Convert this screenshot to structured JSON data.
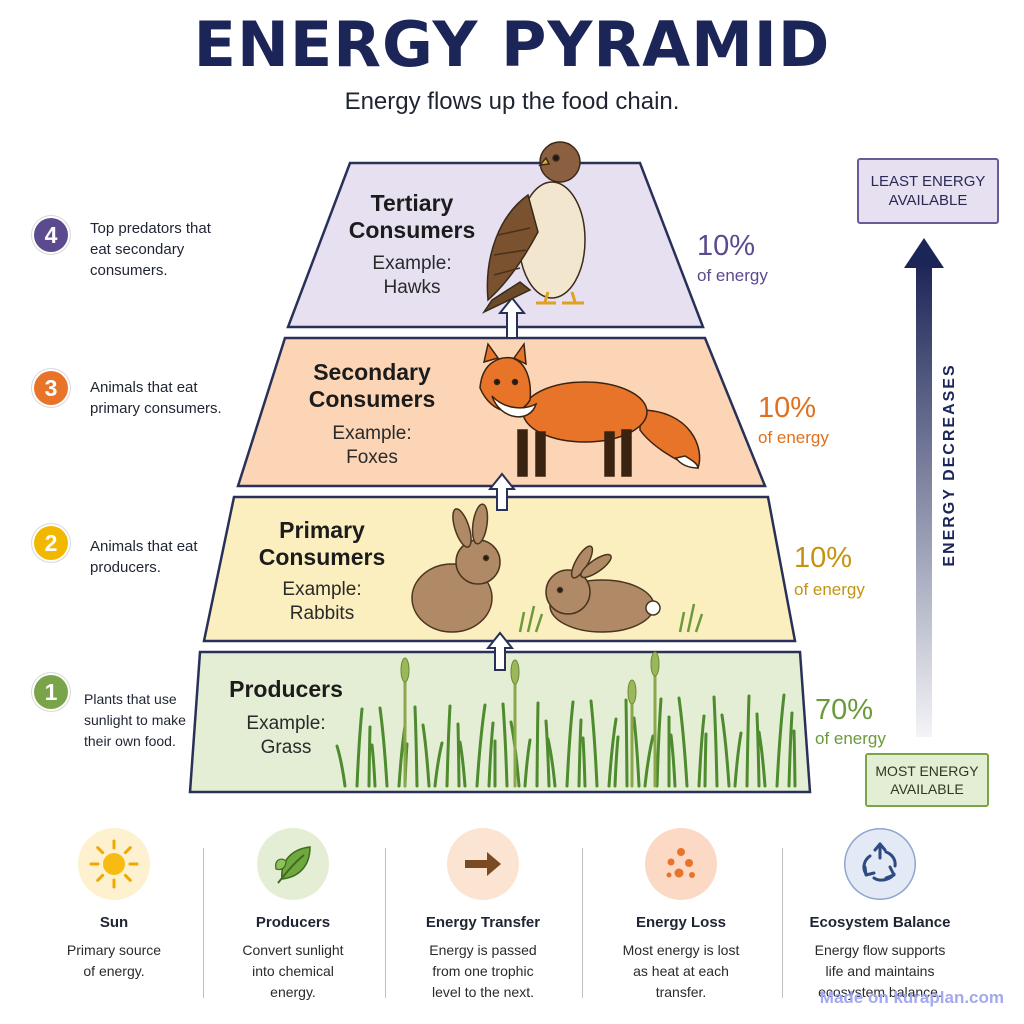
{
  "title": "ENERGY PYRAMID",
  "subtitle": "Energy flows up the food chain.",
  "tiers": [
    {
      "number": "4",
      "name": [
        "Tertiary",
        "Consumers"
      ],
      "example": [
        "Example:",
        "Hawks"
      ],
      "percent": "10%",
      "percent_label": "of energy",
      "description": [
        "Top predators that",
        "eat secondary",
        "consumers."
      ],
      "fill": "#e6e0f1",
      "accent": "#5c4a8f",
      "illustration": "hawk-illustration"
    },
    {
      "number": "3",
      "name": [
        "Secondary",
        "Consumers"
      ],
      "example": [
        "Example:",
        "Foxes"
      ],
      "percent": "10%",
      "percent_label": "of energy",
      "description": [
        "Animals that eat",
        "primary consumers."
      ],
      "fill": "#fbd5b5",
      "accent": "#e0701f",
      "illustration": "fox-illustration"
    },
    {
      "number": "2",
      "name": [
        "Primary",
        "Consumers"
      ],
      "example": [
        "Example:",
        "Rabbits"
      ],
      "percent": "10%",
      "percent_label": "of energy",
      "description": [
        "Animals that eat",
        "producers."
      ],
      "fill": "#fcefbf",
      "accent": "#c49410",
      "illustration": "rabbit-illustration"
    },
    {
      "number": "1",
      "name": [
        "Producers"
      ],
      "example": [
        "Example:",
        "Grass"
      ],
      "percent": "70%",
      "percent_label": "of energy",
      "description": [
        "Plants that use",
        "sunlight to make",
        "their own food."
      ],
      "fill": "#e4eed4",
      "accent": "#6b9a3a",
      "illustration": "grass-illustration"
    }
  ],
  "badge_colors": [
    "#5c4a8f",
    "#e8742a",
    "#f2b800",
    "#7aa44a"
  ],
  "energy_axis": {
    "top_label": [
      "LEAST ENERGY",
      "AVAILABLE"
    ],
    "bottom_label": [
      "MOST ENERGY",
      "AVAILABLE"
    ],
    "axis_label": "ENERGY DECREASES",
    "top_box_color": "#e6e0f1",
    "bottom_box_color": "#e4eed4"
  },
  "footer": [
    {
      "icon": "sun-icon",
      "title": "Sun",
      "desc": [
        "Primary source",
        "of energy."
      ],
      "bg": "#fdf1cf"
    },
    {
      "icon": "leaf-icon",
      "title": "Producers",
      "desc": [
        "Convert sunlight",
        "into chemical",
        "energy."
      ],
      "bg": "#e4eed4"
    },
    {
      "icon": "arrow-right-icon",
      "title": "Energy Transfer",
      "desc": [
        "Energy is passed",
        "from one trophic",
        "level to the next."
      ],
      "bg": "#fbe4d2"
    },
    {
      "icon": "heat-dots-icon",
      "title": "Energy Loss",
      "desc": [
        "Most energy is lost",
        "as heat at each",
        "transfer."
      ],
      "bg": "#fbd9c4"
    },
    {
      "icon": "recycle-icon",
      "title": "Ecosystem Balance",
      "desc": [
        "Energy flow supports",
        "life and maintains",
        "ecosystem balance."
      ],
      "bg": "#e3eaf6"
    }
  ],
  "watermark": "Made on kuraplan.com"
}
